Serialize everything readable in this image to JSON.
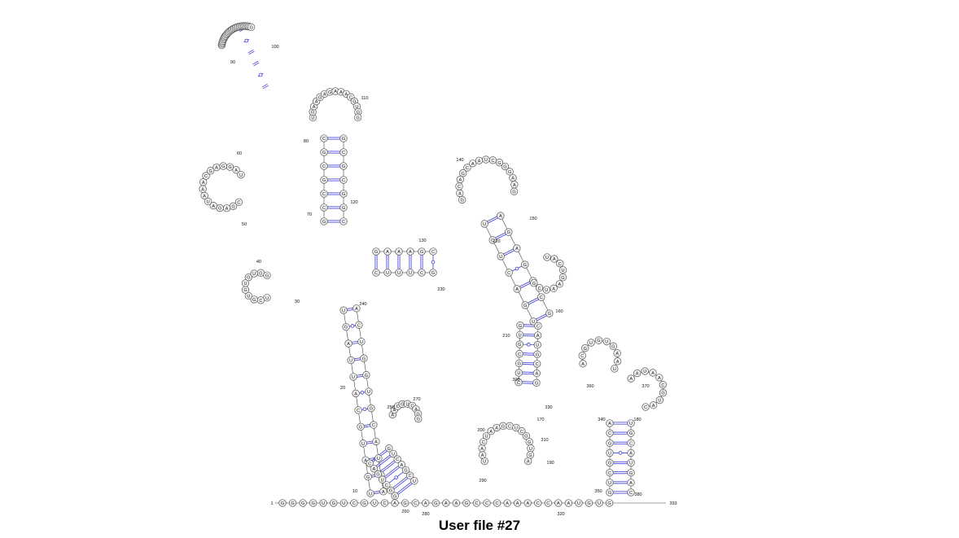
{
  "title": "User file #27",
  "colors": {
    "backbone": "#444444",
    "base_pair": "#3b3bd6",
    "node_fill": "#f2f2f2",
    "node_stroke": "#555555",
    "text": "#222222"
  },
  "sequence_start_label": "1",
  "sequence_end_label": "393",
  "base_pair_lines": [
    "A-U",
    "G-C",
    "C-G",
    "U-A",
    "C-G",
    "G-C",
    "A-U",
    "C-G",
    "U-A",
    "G-C",
    "C-G",
    "A-U",
    "G-C",
    "C-G",
    "U-A",
    "G-C",
    "C-G",
    "A-U",
    "G-C",
    "C-G"
  ],
  "gu_wobble_markers": [
    "G-U",
    "G-U",
    "G-U",
    "U-G",
    "G-U",
    "U-G",
    "G-U",
    "U-G",
    "G-U",
    "U-G",
    "G-U",
    "U-G",
    "G-U",
    "G-U"
  ],
  "position_labels": [
    "10",
    "20",
    "30",
    "40",
    "50",
    "60",
    "70",
    "80",
    "90",
    "100",
    "110",
    "120",
    "130",
    "140",
    "150",
    "160",
    "170",
    "180",
    "190",
    "200",
    "210",
    "220",
    "230",
    "240",
    "250",
    "260",
    "270",
    "280",
    "290",
    "300",
    "310",
    "320",
    "330",
    "340",
    "350",
    "360",
    "370",
    "380",
    "390"
  ],
  "bottom_strand": [
    "G",
    "G",
    "G",
    "G",
    "U",
    "G",
    "U",
    "C",
    "G",
    "U",
    "C",
    "A",
    "G",
    "C",
    "A",
    "G",
    "A",
    "A",
    "G",
    "C",
    "C",
    "C",
    "A",
    "A",
    "A",
    "C",
    "C",
    "A",
    "A",
    "U",
    "G",
    "U",
    "G"
  ],
  "loops": [
    {
      "id": "top-left-hairpin",
      "bases": [
        "G",
        "G",
        "A",
        "C",
        "G",
        "U",
        "U",
        "G",
        "A",
        "U",
        "C",
        "U",
        "U",
        "G",
        "U",
        "A",
        "C",
        "G",
        "U",
        "U",
        "G",
        "G",
        "C",
        "U",
        "A",
        "G",
        "G",
        "G"
      ]
    },
    {
      "id": "loop-110",
      "bases": [
        "U",
        "G",
        "A",
        "A",
        "G",
        "A",
        "G",
        "A",
        "A",
        "A",
        "C",
        "G",
        "U",
        "G",
        "G"
      ]
    },
    {
      "id": "loop-60",
      "bases": [
        "C",
        "G",
        "A",
        "G",
        "A",
        "U",
        "A",
        "A",
        "A",
        "C",
        "G",
        "A",
        "G",
        "G",
        "A",
        "U"
      ]
    },
    {
      "id": "loop-40",
      "bases": [
        "U",
        "C",
        "G",
        "U",
        "G",
        "U",
        "G",
        "U",
        "G",
        "G"
      ]
    },
    {
      "id": "loop-140",
      "bases": [
        "G",
        "A",
        "C",
        "A",
        "G",
        "C",
        "A",
        "A",
        "U",
        "C",
        "G",
        "G",
        "G",
        "A",
        "A",
        "G"
      ]
    },
    {
      "id": "loop-160",
      "bases": [
        "U",
        "A",
        "C",
        "U",
        "G",
        "A",
        "A",
        "U",
        "C",
        "G"
      ]
    },
    {
      "id": "loop-210",
      "bases": [
        "U",
        "A",
        "A",
        "C",
        "U",
        "A",
        "A",
        "G",
        "C",
        "U",
        "C",
        "G",
        "G",
        "U",
        "G",
        "A"
      ]
    },
    {
      "id": "loop-280",
      "bases": [
        "A",
        "A",
        "C",
        "G",
        "U",
        "C",
        "A",
        "G",
        "G"
      ]
    },
    {
      "id": "loop-370",
      "bases": [
        "A",
        "C",
        "G",
        "U",
        "G",
        "U",
        "G",
        "A",
        "A",
        "U"
      ]
    },
    {
      "id": "loop-380",
      "bases": [
        "A",
        "A",
        "U",
        "A",
        "A",
        "C",
        "G",
        "U",
        "A",
        "C"
      ]
    }
  ],
  "stems": [
    {
      "id": "stem-80-120",
      "bases": [
        "C",
        "G",
        "G",
        "C",
        "C",
        "G",
        "G",
        "C",
        "C",
        "G",
        "C",
        "G",
        "G",
        "C"
      ]
    },
    {
      "id": "stem-130-240",
      "bases": [
        "C",
        "G",
        "U",
        "A",
        "U",
        "A",
        "U",
        "A",
        "C",
        "G",
        "G",
        "C"
      ]
    },
    {
      "id": "stem-20-250",
      "bases": [
        "A",
        "U",
        "C",
        "G",
        "U",
        "A",
        "A",
        "U",
        "C",
        "G",
        "G",
        "C",
        "U",
        "A",
        "G",
        "U",
        "G",
        "U",
        "U",
        "A",
        "C",
        "G",
        "A",
        "U"
      ]
    },
    {
      "id": "stem-150-230",
      "bases": [
        "U",
        "A",
        "C",
        "G",
        "U",
        "A",
        "C",
        "G",
        "A",
        "U",
        "G",
        "C",
        "U",
        "G"
      ]
    },
    {
      "id": "stem-180-220",
      "bases": [
        "G",
        "C",
        "U",
        "A",
        "G",
        "U",
        "C",
        "G",
        "G",
        "C",
        "U",
        "A",
        "C",
        "G"
      ]
    },
    {
      "id": "stem-260-290",
      "bases": [
        "C",
        "G",
        "A",
        "U",
        "G",
        "C",
        "U",
        "A",
        "C",
        "G",
        "G",
        "C",
        "G",
        "U"
      ]
    },
    {
      "id": "stem-360-390",
      "bases": [
        "A",
        "U",
        "C",
        "G",
        "G",
        "C",
        "U",
        "A",
        "G",
        "U",
        "C",
        "G",
        "U",
        "A",
        "G",
        "C"
      ]
    }
  ]
}
